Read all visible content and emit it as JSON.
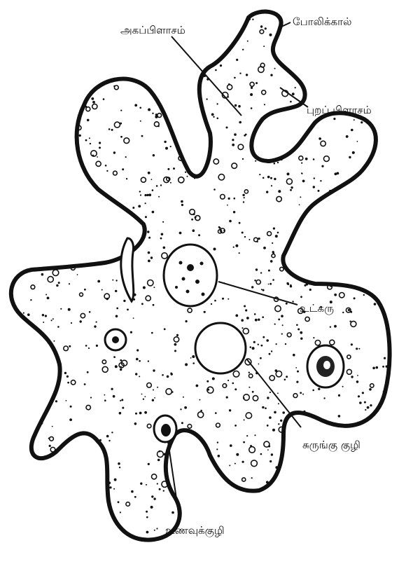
{
  "labels": {
    "endoplasm": "அகப்பிளாசம்",
    "pseudopodium": "போலிக்கால்",
    "ectoplasm": "புறப் பிளாசம்",
    "nucleus": "உட்கரு",
    "contractile_vacuole": "சுருங்கு குழி",
    "food_vacuole": "உணவுக்குழி"
  },
  "colors": {
    "ink": "#111111",
    "background": "#ffffff"
  }
}
